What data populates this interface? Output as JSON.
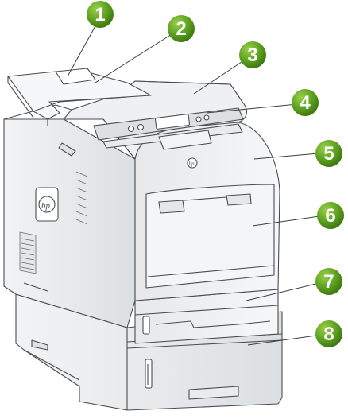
{
  "diagram": {
    "subject": "Laser printer front view",
    "brand_logo": "hp",
    "callouts": [
      {
        "label": "1",
        "color": "#5a9e1e"
      },
      {
        "label": "2",
        "color": "#5a9e1e"
      },
      {
        "label": "3",
        "color": "#5a9e1e"
      },
      {
        "label": "4",
        "color": "#5a9e1e"
      },
      {
        "label": "5",
        "color": "#5a9e1e"
      },
      {
        "label": "6",
        "color": "#5a9e1e"
      },
      {
        "label": "7",
        "color": "#5a9e1e"
      },
      {
        "label": "8",
        "color": "#5a9e1e"
      }
    ]
  }
}
